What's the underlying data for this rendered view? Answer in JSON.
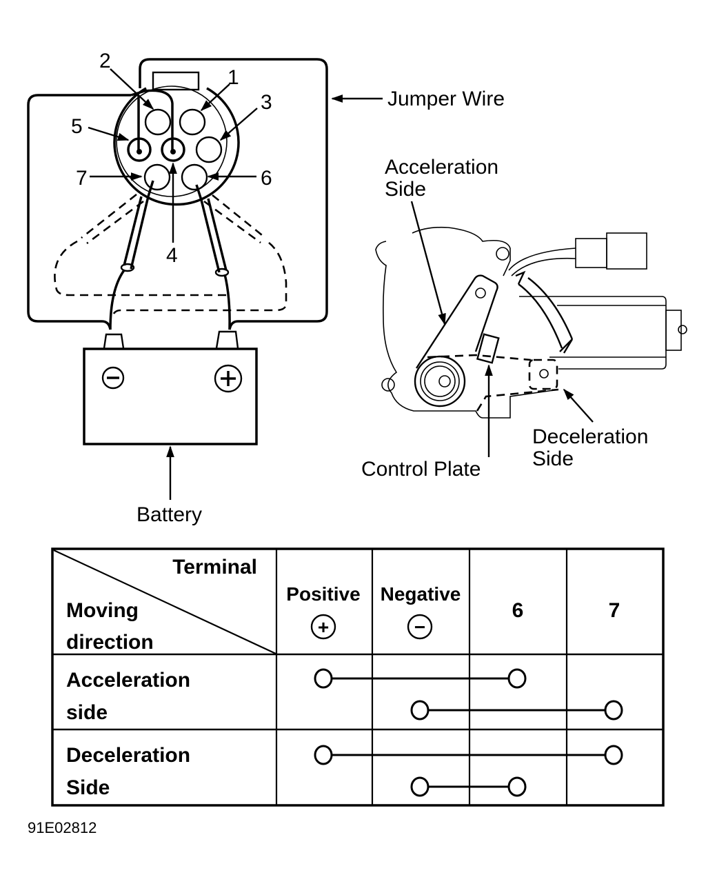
{
  "figure_id": "91E02812",
  "connector": {
    "pin_labels": [
      "1",
      "2",
      "3",
      "4",
      "5",
      "6",
      "7"
    ],
    "jumper_wire_label": "Jumper Wire",
    "battery_label": "Battery",
    "battery_negative_symbol": "⊖",
    "battery_positive_symbol": "⊕"
  },
  "actuator": {
    "acceleration_label_line1": "Acceleration",
    "acceleration_label_line2": "Side",
    "deceleration_label_line1": "Deceleration",
    "deceleration_label_line2": "Side",
    "control_plate_label": "Control Plate"
  },
  "table": {
    "corner_top": "Terminal",
    "corner_bottom_line1": "Moving",
    "corner_bottom_line2": "direction",
    "columns": [
      {
        "label": "Positive",
        "symbol": "+"
      },
      {
        "label": "Negative",
        "symbol": "−"
      },
      {
        "label": "6",
        "symbol": ""
      },
      {
        "label": "7",
        "symbol": ""
      }
    ],
    "rows": [
      {
        "label_line1": "Acceleration",
        "label_line2": "side",
        "connections": [
          {
            "from": "Positive",
            "to": "6"
          },
          {
            "from": "Negative",
            "to": "7"
          }
        ]
      },
      {
        "label_line1": "Deceleration",
        "label_line2": "Side",
        "connections": [
          {
            "from": "Positive",
            "to": "7"
          },
          {
            "from": "Negative",
            "to": "6"
          }
        ]
      }
    ]
  }
}
